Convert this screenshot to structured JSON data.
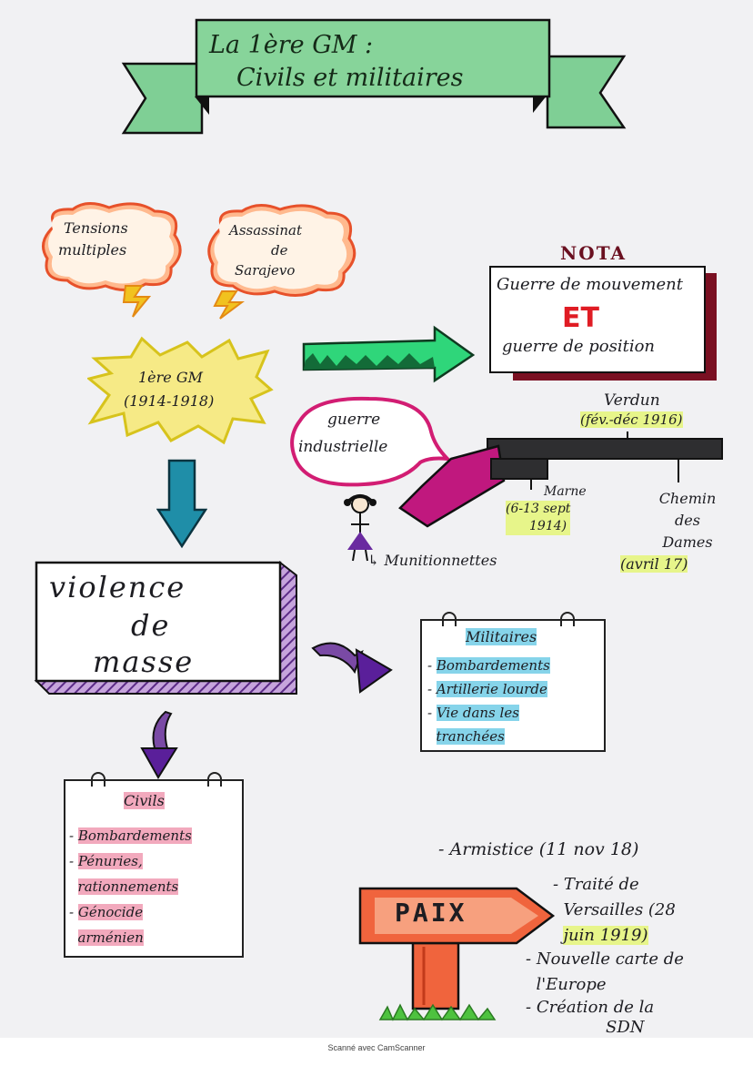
{
  "title": {
    "line1": "La 1ère GM :",
    "line2": "Civils et militaires"
  },
  "causes": [
    {
      "lines": [
        "Tensions",
        "multiples"
      ]
    },
    {
      "lines": [
        "Assassinat",
        "de",
        "Sarajevo"
      ]
    }
  ],
  "war": {
    "lines": [
      "1ère GM",
      "(1914-1918)"
    ]
  },
  "nota": {
    "label": "NOTA",
    "line1": "Guerre de mouvement",
    "et": "ET",
    "line2": "guerre de position"
  },
  "bubble": {
    "lines": [
      "guerre",
      "industrielle"
    ]
  },
  "battles": {
    "verdun": {
      "name": "Verdun",
      "date": "(fév.-déc 1916)"
    },
    "marne": {
      "name": "Marne",
      "date_lines": [
        "(6-13 sept",
        "1914)"
      ]
    },
    "chemin": {
      "name_lines": [
        "Chemin",
        "des",
        "Dames"
      ],
      "date": "(avril 17)"
    }
  },
  "munitionnettes": "Munitionnettes",
  "violence": {
    "lines": [
      "violence",
      "de",
      "masse"
    ]
  },
  "militaires": {
    "title": "Militaires",
    "items": [
      "Bombardements",
      "Artillerie lourde",
      "Vie dans les",
      "tranchées"
    ]
  },
  "civils": {
    "title": "Civils",
    "items": [
      "Bombardements",
      "Pénuries,",
      "rationnements",
      "Génocide",
      "arménien"
    ]
  },
  "paix": {
    "sign": "PAIX"
  },
  "peace_items": [
    {
      "lines": [
        "Armistice (11 nov 18)"
      ]
    },
    {
      "lines": [
        "Traité de",
        "Versailles (28",
        "juin 1919)"
      ]
    },
    {
      "lines": [
        "Nouvelle carte de",
        "l'Europe"
      ]
    },
    {
      "lines": [
        "Création de la",
        "SDN"
      ]
    }
  ],
  "footer": "Scanné avec CamScanner",
  "colors": {
    "banner": "#7fcf95",
    "cloud": "#ffb98e",
    "star": "#f2e27a",
    "arrow": "#2fd67a",
    "gun": "#c0187e",
    "nota_shadow": "#7a1022",
    "violence_shadow": "#8a52b0",
    "paix_sign": "#f0643d"
  },
  "icons": [
    "lightning-icon",
    "arrow-right-icon",
    "arrow-down-icon",
    "rifle-icon",
    "stick-figure-icon",
    "grass-icon"
  ]
}
